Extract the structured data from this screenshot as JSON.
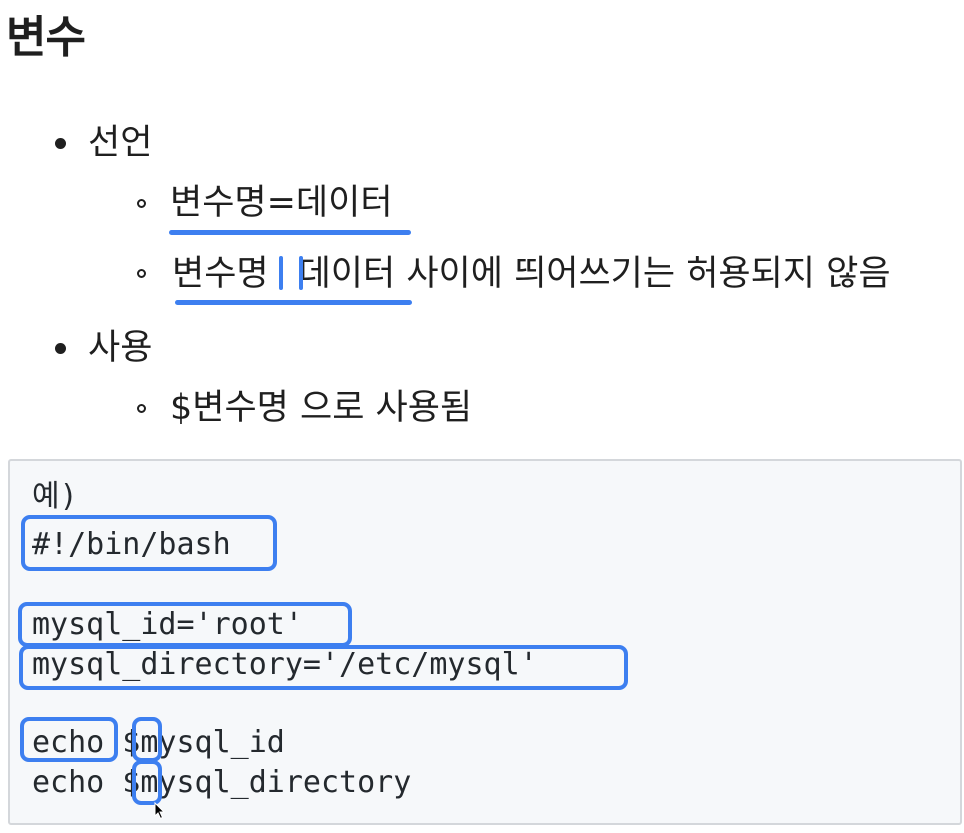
{
  "heading": "변수",
  "list": {
    "declare_label": "선언",
    "declare_syntax": "변수명=데이터",
    "declare_note_part1": "변수명",
    "declare_note_part2": "데이터",
    "declare_note_rest": " 사이에 띄어쓰기는 허용되지 않음",
    "use_label": "사용",
    "use_note": "$변수명 으로 사용됨"
  },
  "code": {
    "lines": [
      "예)",
      "#!/bin/bash",
      "",
      "mysql_id='root'",
      "mysql_directory='/etc/mysql'",
      "",
      "echo $mysql_id",
      "echo $mysql_directory"
    ]
  },
  "colors": {
    "annotation": "#3d7ff0",
    "code_background": "#f6f8fa",
    "text": "#1f1f1f"
  },
  "icons": {
    "cursor": "mouse-pointer-icon"
  }
}
